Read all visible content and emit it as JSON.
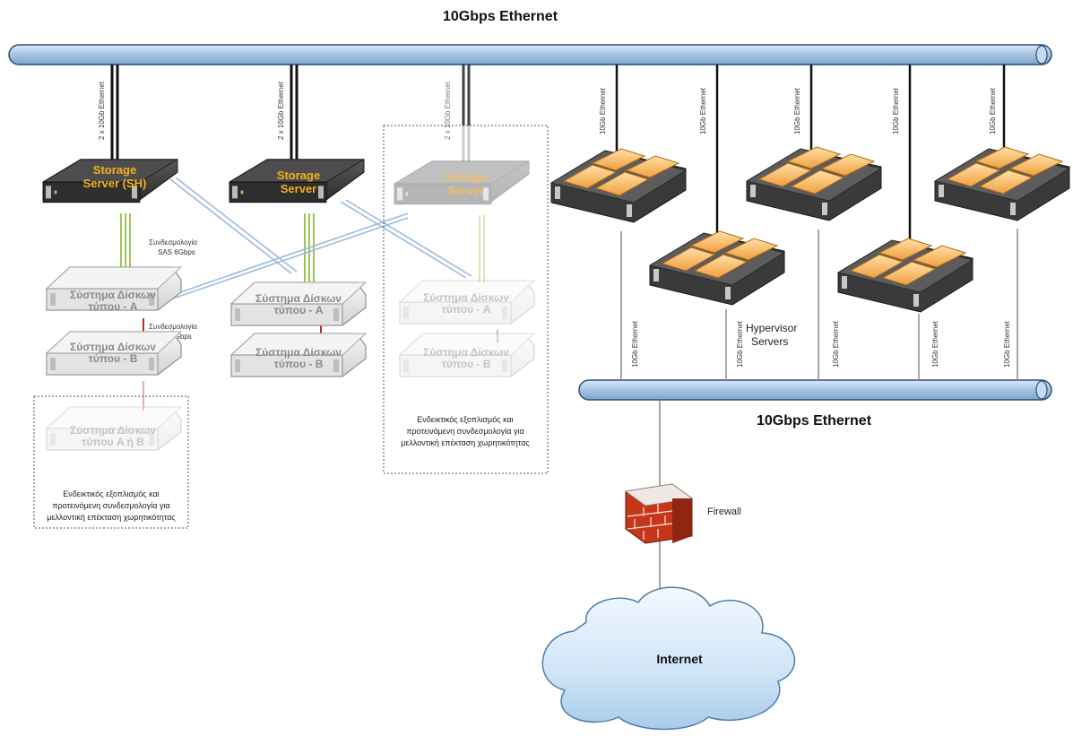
{
  "top_bus_label": "10Gbps Ethernet",
  "bottom_bus_label": "10Gbps Ethernet",
  "link_2x10gb": "2 x 10Gb Ethernet",
  "link_10gb": "10Gb Ethernet",
  "storage_server_sh": [
    "Storage",
    "Server (SH)"
  ],
  "storage_server": [
    "Storage",
    "Server"
  ],
  "sas_link_label": [
    "Συνδεσμολογία",
    "SAS 6Gbps"
  ],
  "disk_a": [
    "Σύστημα Δίσκων",
    "τύπου - A"
  ],
  "disk_b": [
    "Σύστημα Δίσκων",
    "τύπου - B"
  ],
  "disk_ab": [
    "Σύστημα Δίσκων",
    "τύπου A ή B"
  ],
  "future_note_left": [
    "Ενδεικτικός εξοπλισμός και",
    "προτεινόμενη συνδεσμολογία για",
    "μελλοντική επέκταση χωρητικότητας"
  ],
  "future_note_mid": [
    "Ενδεικτικός εξοπλισμός και",
    "προτεινόμενη συνδεσμολογία για",
    "μελλοντική επέκταση χωρητικότητας"
  ],
  "hypervisor_label": [
    "Hypervisor",
    "Servers"
  ],
  "firewall_label": "Firewall",
  "internet_label": "Internet",
  "colors": {
    "bus_fill": "#a9c6e4",
    "bus_stroke": "#2d4f73",
    "server_dark": "#3e3e3e",
    "server_title": "#f2b01e",
    "disk_fill": "#e7e7e7",
    "sas_green": "#9cc45a",
    "sas_red": "#c0282b",
    "cross_blue": "#9cbbe0",
    "hyper_orange": "#f6b45c",
    "firewall_red": "#d8431f",
    "cloud_blue": "#c9e2f6"
  }
}
